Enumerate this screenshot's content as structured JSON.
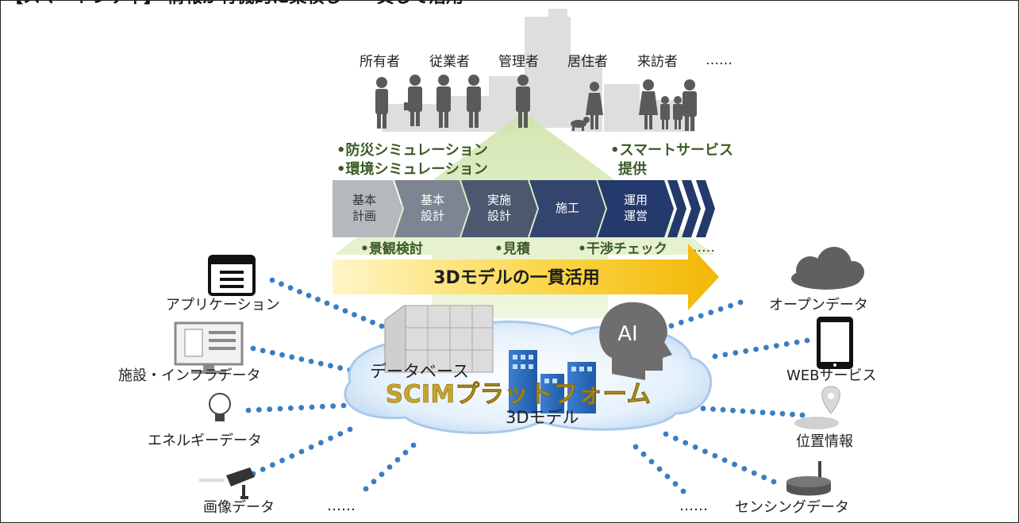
{
  "header": {
    "title": "【スマートシティ】 情報が有機的に集積し・一貫して活用"
  },
  "people": {
    "owner": "所有者",
    "employee": "従業者",
    "manager": "管理者",
    "resident": "居住者",
    "visitor": "来訪者",
    "etc": "……"
  },
  "upper_notes": {
    "left_line1": "•防災シミュレーション",
    "left_line2": "•環境シミュレーション",
    "right_line1": "•スマートサービス",
    "right_line2": "提供"
  },
  "process_steps": [
    {
      "line1": "基本",
      "line2": "計画"
    },
    {
      "line1": "基本",
      "line2": "設計"
    },
    {
      "line1": "実施",
      "line2": "設計"
    },
    {
      "line1": "施工",
      "line2": ""
    },
    {
      "line1": "運用",
      "line2": "運営"
    }
  ],
  "lower_notes": {
    "landscape": "•景観検討",
    "estimate": "•見積",
    "interference": "•干渉チェック",
    "etc": "……"
  },
  "arrow_label": "3Dモデルの一貫活用",
  "platform": {
    "database": "データベース",
    "name": "SCIMプラットフォーム",
    "model": "3Dモデル",
    "ai": "AI"
  },
  "sources_left": {
    "application": "アプリケーション",
    "facility": "施設・インフラデータ",
    "energy": "エネルギーデータ",
    "image": "画像データ",
    "etc": "……"
  },
  "sources_right": {
    "open_data": "オープンデータ",
    "web_service": "WEBサービス",
    "location": "位置情報",
    "sensing": "センシングデータ",
    "etc": "……"
  },
  "colors": {
    "step_light": "#b5b8bd",
    "step_mid": "#7d8592",
    "step_dark1": "#3f4d66",
    "step_dark2": "#2c3e6a",
    "step_dark3": "#1f3567",
    "note_green": "#3b5a26",
    "dot_blue": "#3a7dc2",
    "platform_gold": "#c7a42b",
    "arrow_yellow": "#f5c617"
  },
  "icons": [
    "window-app-icon",
    "monitor-document-icon",
    "light-bulb-icon",
    "cctv-camera-icon",
    "cloud-icon",
    "tablet-icon",
    "map-pin-icon",
    "router-sensor-icon",
    "ai-head-icon",
    "server-rack-icon",
    "building-icon"
  ]
}
